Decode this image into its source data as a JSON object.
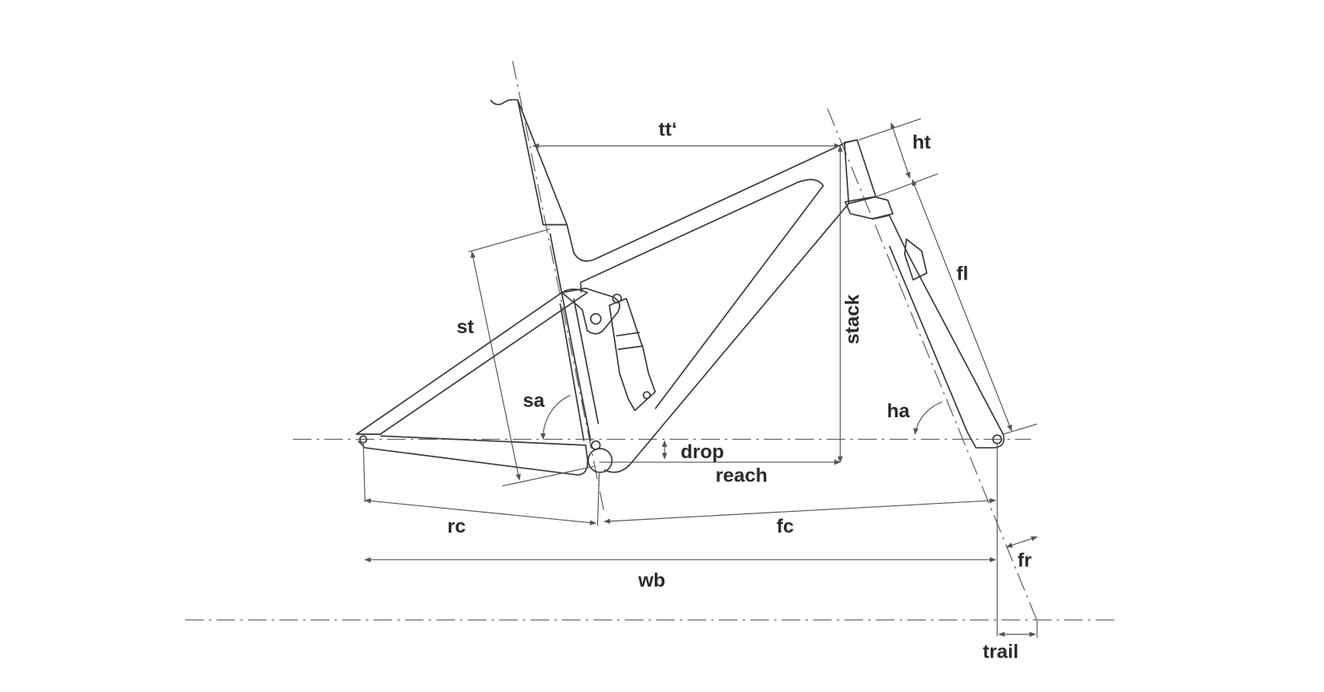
{
  "title": "Frame geometry diagram",
  "labels": {
    "tt": "tt‘",
    "ht": "ht",
    "fl": "fl",
    "st": "st",
    "stack": "stack",
    "sa": "sa",
    "ha": "ha",
    "drop": "drop",
    "reach": "reach",
    "rc": "rc",
    "fc": "fc",
    "wb": "wb",
    "fr": "fr",
    "trail": "trail"
  },
  "colors": {
    "line": "#3a3a3a",
    "text": "#2a2a2a",
    "background": "#ffffff"
  }
}
